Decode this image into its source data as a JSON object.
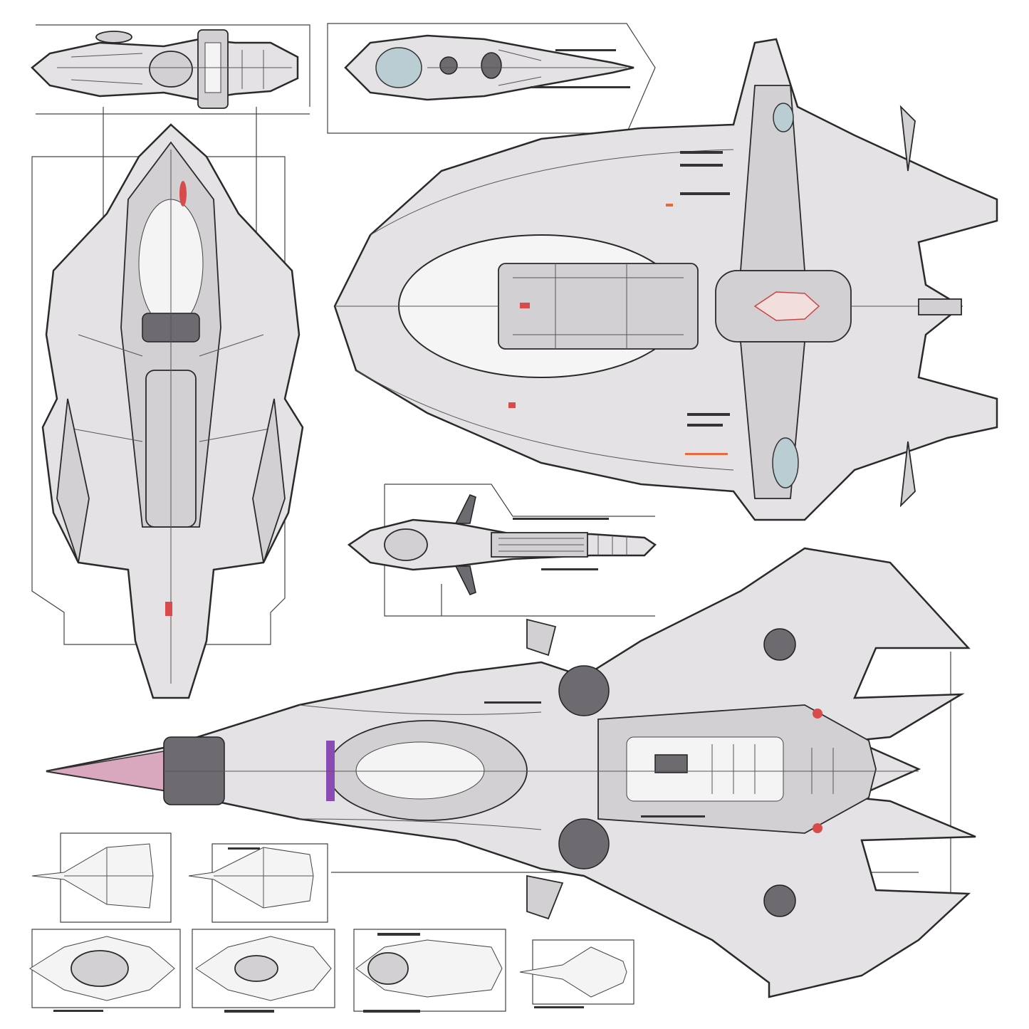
{
  "sheet": {
    "views": [
      "side-view-top-left",
      "side-view-top-center",
      "top-view-left",
      "top-view-main",
      "side-view-middle",
      "top-view-bottom",
      "thumbnail-1",
      "thumbnail-2",
      "thumbnail-3",
      "thumbnail-4",
      "thumbnail-5",
      "thumbnail-6"
    ]
  },
  "colors": {
    "hull": "#e4e2e4",
    "line": "#2a2a2a",
    "accent": "#d94b4b",
    "glass": "#b9cdd3",
    "engine": "#c06a8a"
  }
}
